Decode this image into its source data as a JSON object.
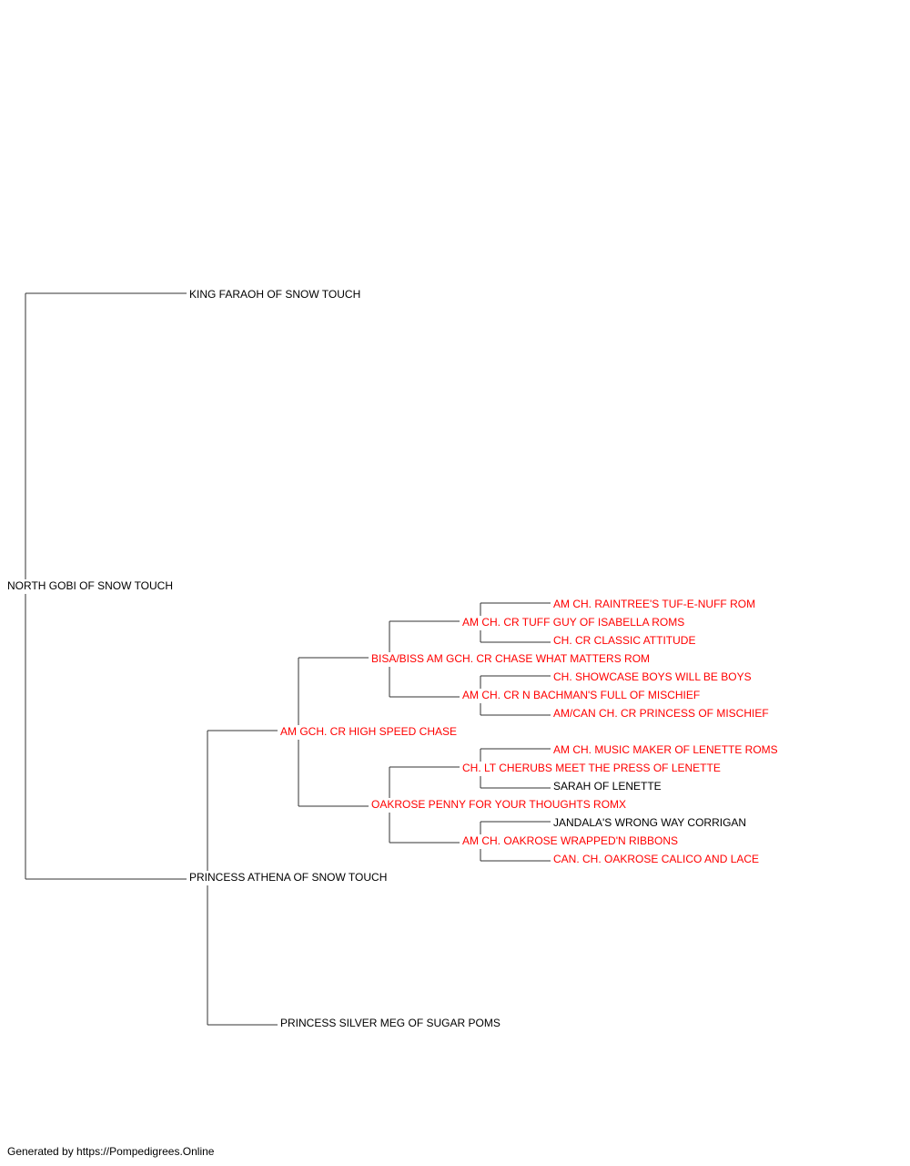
{
  "colors": {
    "highlight": "#ff0000",
    "normal": "#000000",
    "line": "#333333"
  },
  "pedigree": {
    "subject": "NORTH GOBI OF SNOW TOUCH",
    "sire": {
      "name": "KING FARAOH OF SNOW TOUCH",
      "highlight": false
    },
    "dam": {
      "name": "PRINCESS ATHENA OF SNOW TOUCH",
      "highlight": false,
      "sire": {
        "name": "AM GCH. CR HIGH SPEED CHASE",
        "highlight": true,
        "sire": {
          "name": "BISA/BISS AM GCH. CR CHASE WHAT MATTERS ROM",
          "highlight": true,
          "sire": {
            "name": "AM CH. CR TUFF GUY OF ISABELLA ROMS",
            "highlight": true,
            "sire": {
              "name": "AM CH. RAINTREE'S TUF-E-NUFF ROM",
              "highlight": true
            },
            "dam": {
              "name": "CH. CR CLASSIC ATTITUDE",
              "highlight": true
            }
          },
          "dam": {
            "name": "AM CH. CR N BACHMAN'S FULL OF MISCHIEF",
            "highlight": true,
            "sire": {
              "name": "CH. SHOWCASE BOYS WILL BE BOYS",
              "highlight": true
            },
            "dam": {
              "name": "AM/CAN CH. CR PRINCESS OF MISCHIEF",
              "highlight": true
            }
          }
        },
        "dam": {
          "name": "OAKROSE PENNY FOR YOUR THOUGHTS ROMX",
          "highlight": true,
          "sire": {
            "name": "CH. LT CHERUBS MEET THE PRESS OF LENETTE",
            "highlight": true,
            "sire": {
              "name": "AM CH. MUSIC MAKER OF LENETTE ROMS",
              "highlight": true
            },
            "dam": {
              "name": "SARAH OF LENETTE",
              "highlight": false
            }
          },
          "dam": {
            "name": "AM CH. OAKROSE WRAPPED'N RIBBONS",
            "highlight": true,
            "sire": {
              "name": "JANDALA'S WRONG WAY CORRIGAN",
              "highlight": false
            },
            "dam": {
              "name": "CAN. CH. OAKROSE CALICO AND LACE",
              "highlight": true
            }
          }
        }
      },
      "dam": {
        "name": "PRINCESS SILVER MEG OF SUGAR POMS",
        "highlight": false
      }
    }
  },
  "footer": "Generated by https://Pompedigrees.Online"
}
